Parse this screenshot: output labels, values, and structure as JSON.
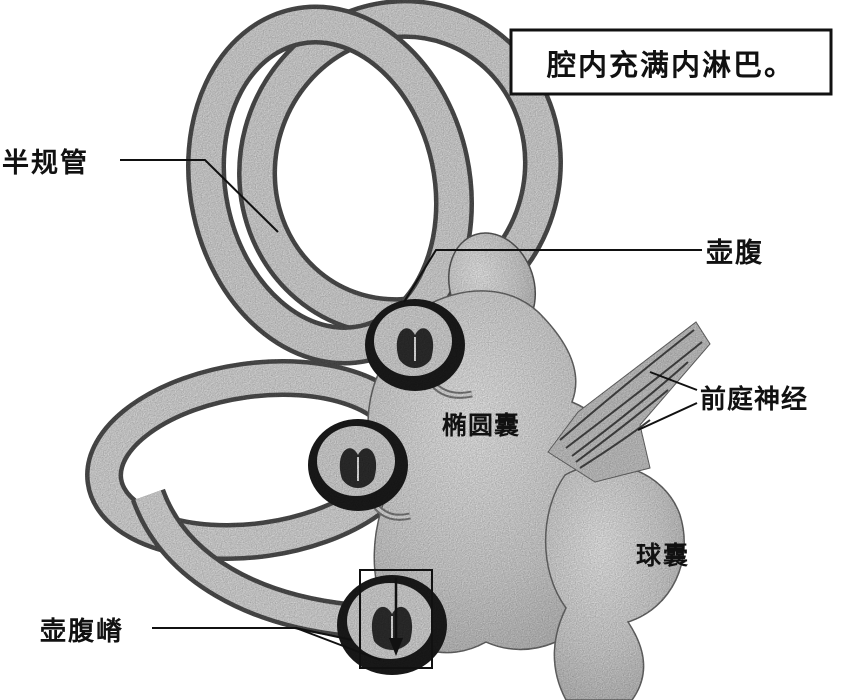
{
  "diagram": {
    "caption_box": {
      "text": "腔内充满内淋巴。"
    },
    "labels": {
      "semicircular_canal": "半规管",
      "ampulla": "壶腹",
      "utricle": "椭圆囊",
      "vestibular_nerve": "前庭神经",
      "saccule": "球囊",
      "crista_ampullaris": "壶腹嵴"
    },
    "colors": {
      "background": "#ffffff",
      "ink": "#111111",
      "tube_fill": "#d9d9d9",
      "tube_outline": "#4f4f4f",
      "vestibule_fill": "#cfcfcf",
      "ampulla_dark": "#1c1c1c"
    }
  }
}
